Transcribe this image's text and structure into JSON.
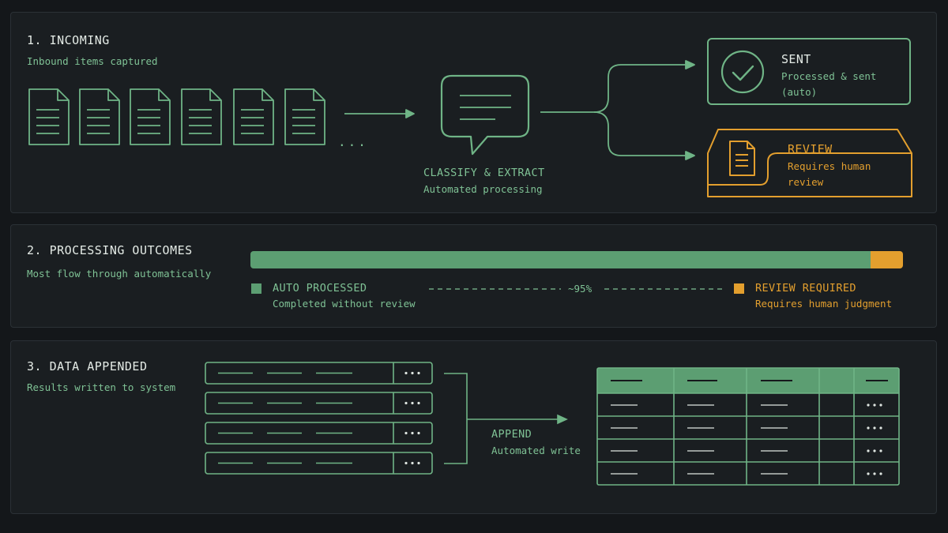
{
  "section1": {
    "title": "1. INCOMING",
    "subtitle": "Inbound items captured",
    "ellipsis": "...",
    "classify": {
      "title": "CLASSIFY & EXTRACT",
      "subtitle": "Automated processing"
    },
    "sent": {
      "title": "SENT",
      "line1": "Processed & sent",
      "line2": "(auto)"
    },
    "review": {
      "title": "REVIEW",
      "line1": "Requires human",
      "line2": "review"
    }
  },
  "section2": {
    "title": "2. PROCESSING OUTCOMES",
    "subtitle": "Most flow through automatically",
    "auto_fraction": 0.95,
    "auto": {
      "title": "AUTO PROCESSED",
      "subtitle": "Completed without review"
    },
    "percent": "~95%",
    "review": {
      "title": "REVIEW REQUIRED",
      "subtitle": "Requires human judgment"
    }
  },
  "section3": {
    "title": "3. DATA APPENDED",
    "subtitle": "Results written to system",
    "append": {
      "title": "APPEND",
      "subtitle": "Automated write"
    }
  },
  "colors": {
    "green": "#7fc295",
    "green_fill": "#5c9e72",
    "amber": "#e39f2e",
    "panel": "#1a1e21",
    "background": "#14171a"
  },
  "icons": {
    "documents": "document-icon",
    "classify": "speech-bubble-icon",
    "sent": "check-circle-icon",
    "review": "document-icon",
    "records": "record-row-icon",
    "table": "table-icon"
  }
}
